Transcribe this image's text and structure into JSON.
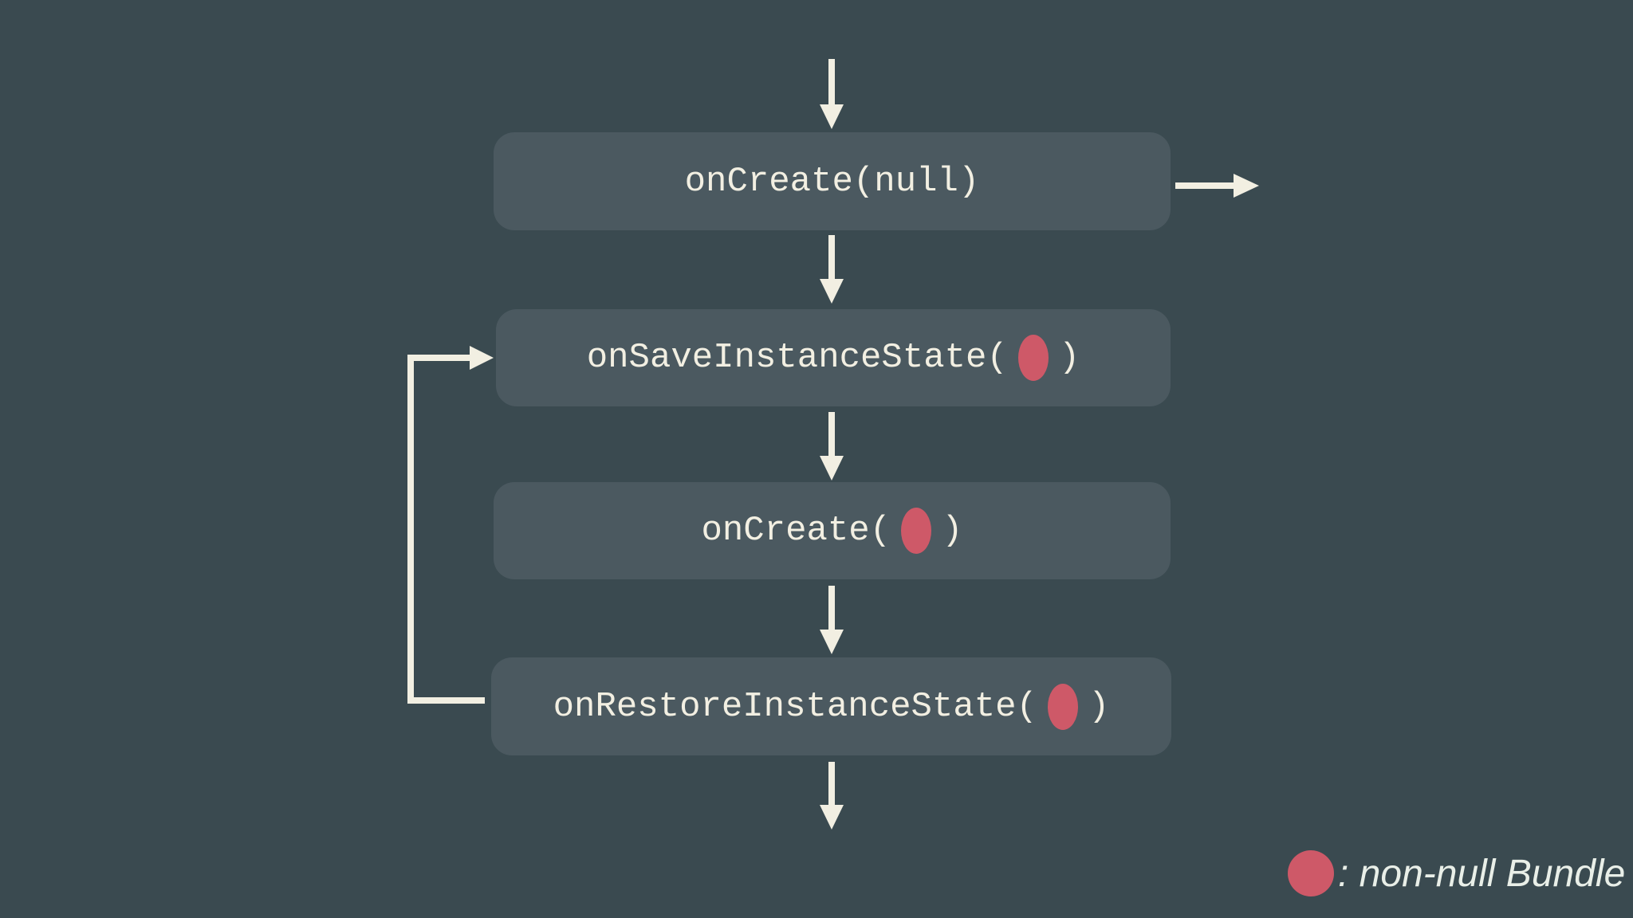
{
  "colors": {
    "background": "#3A4A50",
    "node_fill": "#4B5960",
    "arrow_and_text": "#F2EFE2",
    "bundle_dot": "#CE5968",
    "legend_text": "#E9EFE8"
  },
  "diagram": {
    "nodes": [
      {
        "id": "onCreateNull",
        "label": "onCreate(null)",
        "has_bundle_dot": false
      },
      {
        "id": "onSaveInstanceState",
        "label_prefix": "onSaveInstanceState(",
        "label_suffix": ")",
        "has_bundle_dot": true
      },
      {
        "id": "onCreateBundle",
        "label_prefix": "onCreate(",
        "label_suffix": ")",
        "has_bundle_dot": true
      },
      {
        "id": "onRestoreInstanceState",
        "label_prefix": "onRestoreInstanceState(",
        "label_suffix": ")",
        "has_bundle_dot": true
      }
    ],
    "edges": [
      {
        "from": "external",
        "to": "onCreateNull",
        "side": "top"
      },
      {
        "from": "onCreateNull",
        "to": "external",
        "side": "right"
      },
      {
        "from": "onCreateNull",
        "to": "onSaveInstanceState",
        "side": "down"
      },
      {
        "from": "onSaveInstanceState",
        "to": "onCreateBundle",
        "side": "down"
      },
      {
        "from": "onCreateBundle",
        "to": "onRestoreInstanceState",
        "side": "down"
      },
      {
        "from": "onRestoreInstanceState",
        "to": "external",
        "side": "bottom"
      },
      {
        "from": "onRestoreInstanceState",
        "to": "onSaveInstanceState",
        "side": "left-loop"
      }
    ]
  },
  "legend": {
    "dot_icon": "bundle-dot",
    "label": ": non-null Bundle"
  }
}
